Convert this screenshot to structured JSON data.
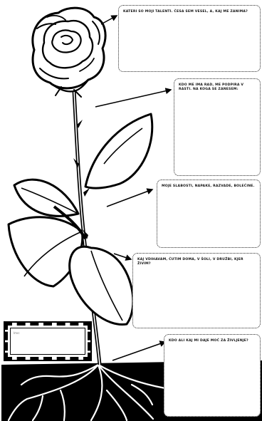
{
  "worksheet": {
    "questions": [
      {
        "text": "Kateri so moji talenti. Česa sem vesel, a, kaj me zanima?"
      },
      {
        "text": "Kdo me ima rad, me podpira v rasti. Na koga se zanesem:"
      },
      {
        "text": "Moje slabosti, napake, razvade, bolečine."
      },
      {
        "text": "Kaj vdihavam, čutim doma, v šoli, v družbi, kjer živim?"
      },
      {
        "text": "Kdo ali kaj mi daje moč za življenje?"
      }
    ],
    "stamp": {
      "label": "Ime:"
    }
  }
}
